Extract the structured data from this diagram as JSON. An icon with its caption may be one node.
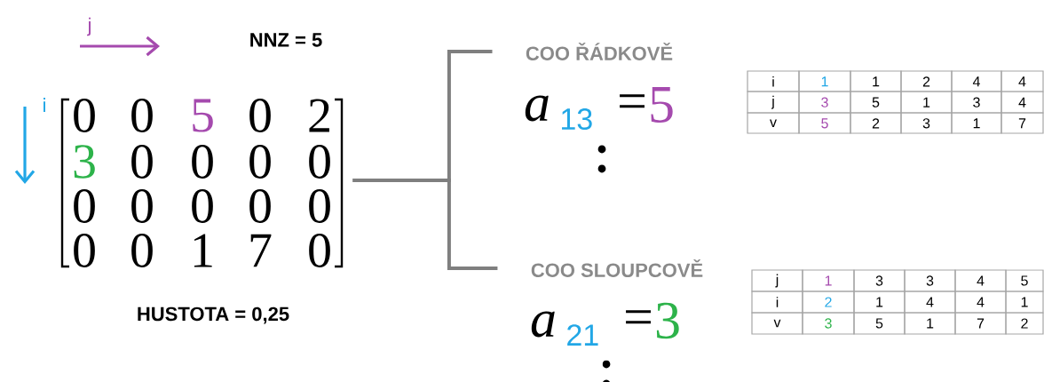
{
  "diagram": {
    "nodes": [
      {
        "text": [
          "0",
          "0",
          "5",
          "0",
          "2",
          "3",
          "0",
          "0",
          "0",
          "0",
          "0",
          "0",
          "0",
          "0",
          "0",
          "0",
          "0",
          "1",
          "7",
          "0"
        ]
      },
      {
        "text": [
          "COO ŘÁDKOVĚ"
        ]
      },
      {
        "text": [
          "COO SLOUPCOVĚ"
        ]
      }
    ],
    "edges": [
      {
        "from": 0,
        "to": 1,
        "arrow": "none"
      },
      {
        "from": 0,
        "to": 2,
        "arrow": "none"
      }
    ],
    "labels": [
      "j",
      "NNZ = 5",
      "i",
      "a",
      "13",
      "=",
      "5",
      "i",
      "1",
      "1",
      "2",
      "4",
      "4",
      "j",
      "3",
      "5",
      "1",
      "3",
      "4",
      "v",
      "5",
      "2",
      "3",
      "1",
      "7",
      "HUSTOTA = 0,25",
      "a",
      "21",
      "=",
      "3",
      "j",
      "1",
      "3",
      "3",
      "4",
      "5",
      "i",
      "2",
      "1",
      "4",
      "4",
      "1",
      "v",
      "3",
      "5",
      "1",
      "7",
      "2"
    ]
  }
}
